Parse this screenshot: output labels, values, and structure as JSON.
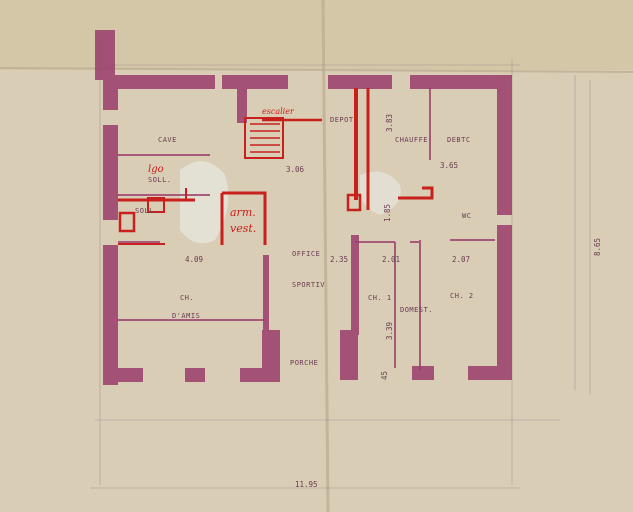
{
  "rooms": {
    "cave": "CAVE",
    "depot": "DEPOT",
    "chauffe": "CHAUFFE",
    "debarras": "DEBTC",
    "wc": "WC",
    "office": "OFFICE",
    "sportive": "SPORTIV",
    "chambre_amis": "CH.",
    "chambre_amis_sub": "D'AMIS",
    "ch1": "CH. 1",
    "ch2": "CH. 2",
    "domestique": "DOMEST.",
    "porche": "PORCHE",
    "soll_1": "SOLL.",
    "soll_2": "SOLL."
  },
  "annotations": {
    "escalier": "escalier",
    "lgo": "lgo",
    "arm_line1": "arm.",
    "arm_line2": "vest."
  },
  "dimensions": {
    "overall_width": "11.95",
    "overall_depth": "8.65",
    "d_306": "3.06",
    "d_365": "3.65",
    "d_409": "4.09",
    "d_235": "2.35",
    "d_201": "2.01",
    "d_207": "2.07",
    "d_339": "3.39",
    "d_383": "3.83",
    "d_185": "1.85",
    "d_45": "45"
  },
  "colors": {
    "paper": "#d9cdb5",
    "wall_purple": "#9a3d6b",
    "ink_red": "#c8201c",
    "line_faint": "#8c6a84"
  }
}
